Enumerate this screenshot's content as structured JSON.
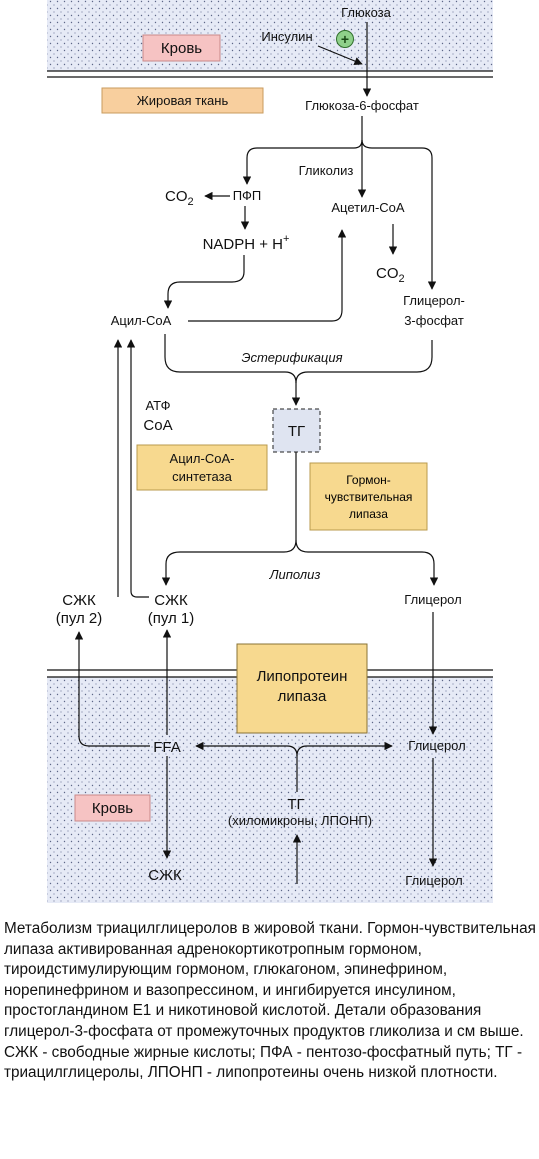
{
  "diagram": {
    "blood_top_label": "Кровь",
    "adipose_label": "Жировая ткань",
    "glucose": "Глюкоза",
    "insulin": "Инсулин",
    "insulin_sign": "+",
    "g6p": "Глюкоза-6-фосфат",
    "glycolysis": "Гликолиз",
    "co2_base": "CO",
    "co2_sub": "2",
    "ppp": "ПФП",
    "acetyl_coa": "Ацетил-CoA",
    "nadph": "NADPH + H",
    "nadph_sup": "+",
    "glycerol3p_line1": "Глицерол-",
    "glycerol3p_line2": "3-фосфат",
    "acyl_coa": "Ацил-CoA",
    "esterification": "Эстерификация",
    "atp": "АТФ",
    "coa": "CoA",
    "tg": "ТГ",
    "acyl_synthetase_line1": "Ацил-CoA-",
    "acyl_synthetase_line2": "синтетаза",
    "hsl_line1": "Гормон-",
    "hsl_line2": "чувствительная",
    "hsl_line3": "липаза",
    "lipolysis": "Липолиз",
    "ffa_pool2_line1": "СЖК",
    "ffa_pool2_line2": "(пул 2)",
    "ffa_pool1_line1": "СЖК",
    "ffa_pool1_line2": "(пул 1)",
    "glycerol": "Глицерол",
    "lpl_line1": "Липопротеин",
    "lpl_line2": "липаза",
    "ffa": "FFA",
    "blood_bottom_label": "Кровь",
    "tg_chylo_line1": "ТГ",
    "tg_chylo_line2": "(хиломикроны, ЛПОНП)",
    "ffa_out": "СЖК"
  },
  "caption": {
    "p1": "Метаболизм триацилглицеролов в жировой ткани. Гормон-чувствительная липаза активированная адренокортикотропным гормоном, тироидстимулирующим гормоном, глюкагоном, эпинефрином, норепинефрином и вазопрессином, и ингибируется инсулином, простогландином E1 и никотиновой кислотой. Детали образования глицерол-3-фосфата от промежуточных продуктов гликолиза и см выше.",
    "p2": "СЖК - свободные жирные кислоты; ПФА - пентозо-фосфатный путь; ТГ - триацилглицеролы, ЛПОНП - липопротеины очень низкой плотности."
  },
  "colors": {
    "blood_bg": "#e6eaf6",
    "label_red": "#f6c3c3",
    "label_orange": "#f8cf9e",
    "enzyme_yellow": "#f7d98f",
    "insulin_green": "#8fd08a"
  }
}
